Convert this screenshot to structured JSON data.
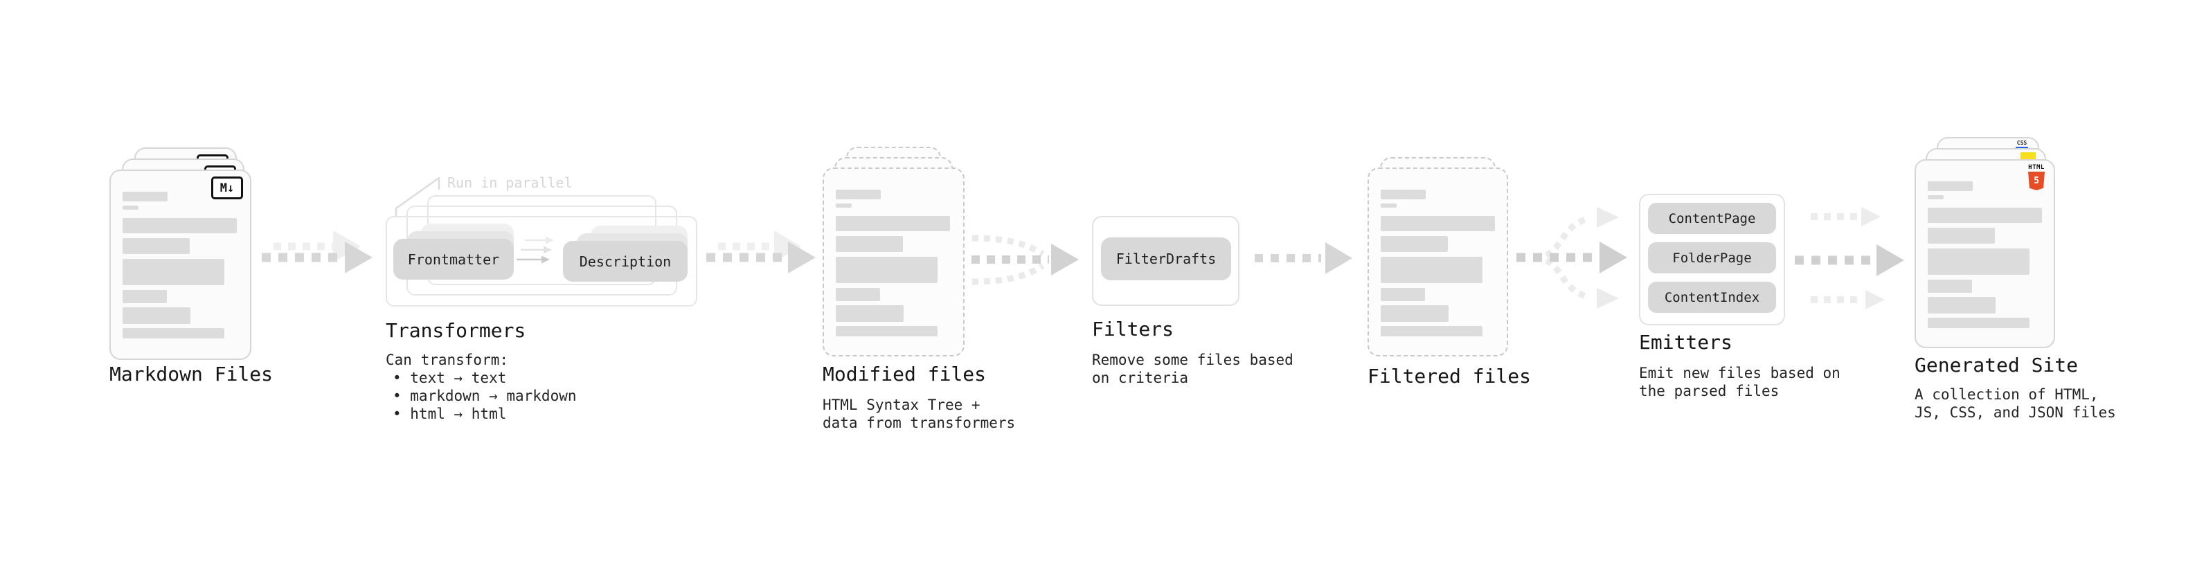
{
  "markdown": {
    "title": "Markdown Files",
    "badge_label": "M↓"
  },
  "transformers": {
    "title": "Transformers",
    "note": "Run in parallel",
    "pill_from": "Frontmatter",
    "pill_to": "Description",
    "heading": "Can transform:",
    "bullets": [
      "• text → text",
      "• markdown → markdown",
      "• html → html"
    ]
  },
  "modified": {
    "title": "Modified files",
    "subtitle": [
      "HTML Syntax Tree +",
      "data from transformers"
    ]
  },
  "filters": {
    "title": "Filters",
    "pill": "FilterDrafts",
    "subtitle": [
      "Remove some files based",
      "on criteria"
    ]
  },
  "filtered": {
    "title": "Filtered files"
  },
  "emitters": {
    "title": "Emitters",
    "pills": [
      "ContentPage",
      "FolderPage",
      "ContentIndex"
    ],
    "subtitle": [
      "Emit new files based on",
      "the parsed files"
    ]
  },
  "generated": {
    "title": "Generated Site",
    "subtitle": [
      "A collection of HTML,",
      "JS, CSS, and JSON files"
    ],
    "badges": {
      "css_label": "CSS",
      "html_label": "HTML",
      "html_number": "5"
    }
  },
  "colors": {
    "pill_gray": "#d8d8d8",
    "placeholder_bar": "#dcdcdc",
    "arrow_gray": "#d4d4d4",
    "arrow_light": "#ededed",
    "note_gray": "#d6d6d6",
    "html5_orange": "#e44d26",
    "js_yellow": "#f7df1e",
    "css_blue": "#2a62e9",
    "markdown_badge_black": "#111111"
  }
}
